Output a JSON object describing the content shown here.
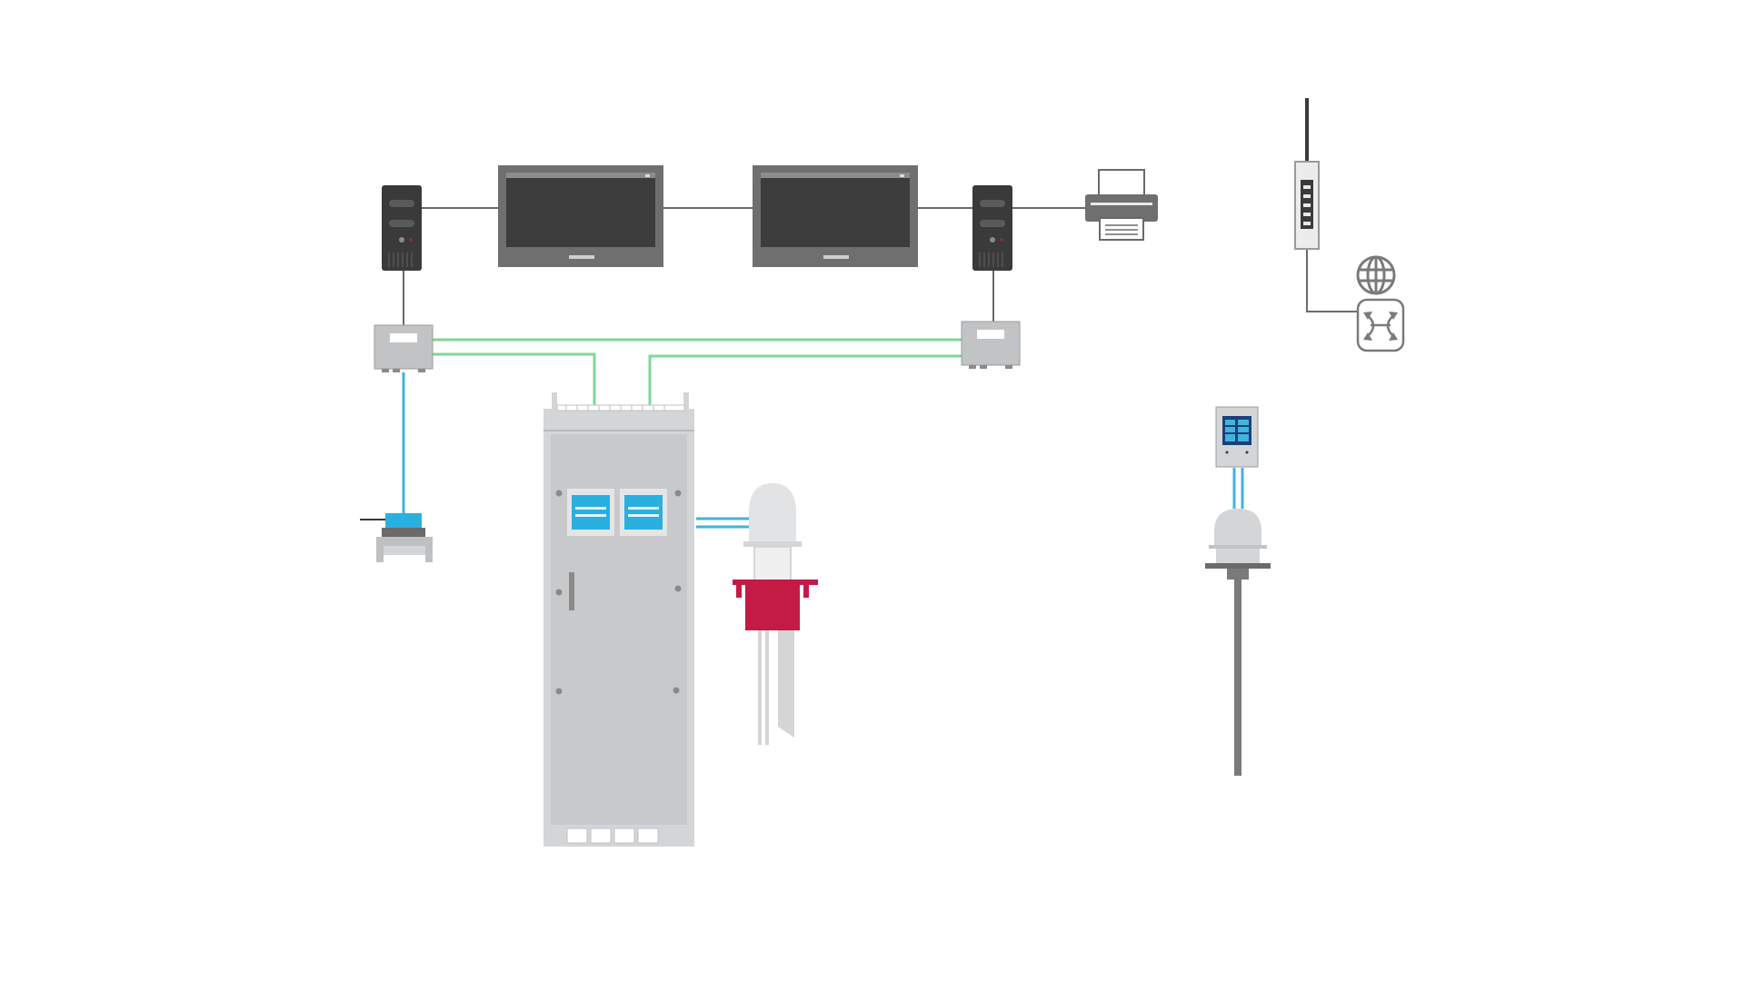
{
  "colors": {
    "background": "#ffffff",
    "line_dark": "#6a6a6a",
    "line_green": "#7fd69a",
    "line_blue": "#3fb4dc",
    "device_dark": "#3a3a3a",
    "device_gray": "#b3b4b6",
    "device_light": "#d4d5d7",
    "screen": "#3c3c3c",
    "accent_cyan": "#2ab0de",
    "accent_red": "#c41a46",
    "icon_gray": "#7a7a7a"
  },
  "components": [
    {
      "name": "server-tower-left",
      "icon": "server-tower-icon"
    },
    {
      "name": "monitor-left",
      "icon": "monitor-icon"
    },
    {
      "name": "monitor-right",
      "icon": "monitor-icon"
    },
    {
      "name": "server-tower-right",
      "icon": "server-tower-icon"
    },
    {
      "name": "printer",
      "icon": "printer-icon"
    },
    {
      "name": "network-switch-left",
      "icon": "switch-icon"
    },
    {
      "name": "network-switch-right",
      "icon": "switch-icon"
    },
    {
      "name": "field-transmitter",
      "icon": "transmitter-icon"
    },
    {
      "name": "control-cabinet",
      "icon": "cabinet-icon"
    },
    {
      "name": "flanged-probe-analyzer",
      "icon": "probe-icon"
    },
    {
      "name": "wireless-router",
      "icon": "router-antenna-icon"
    },
    {
      "name": "internet",
      "icon": "globe-icon"
    },
    {
      "name": "remote-access",
      "icon": "remote-arrows-icon"
    },
    {
      "name": "display-controller",
      "icon": "controller-icon"
    },
    {
      "name": "insertion-probe",
      "icon": "probe-icon"
    }
  ]
}
